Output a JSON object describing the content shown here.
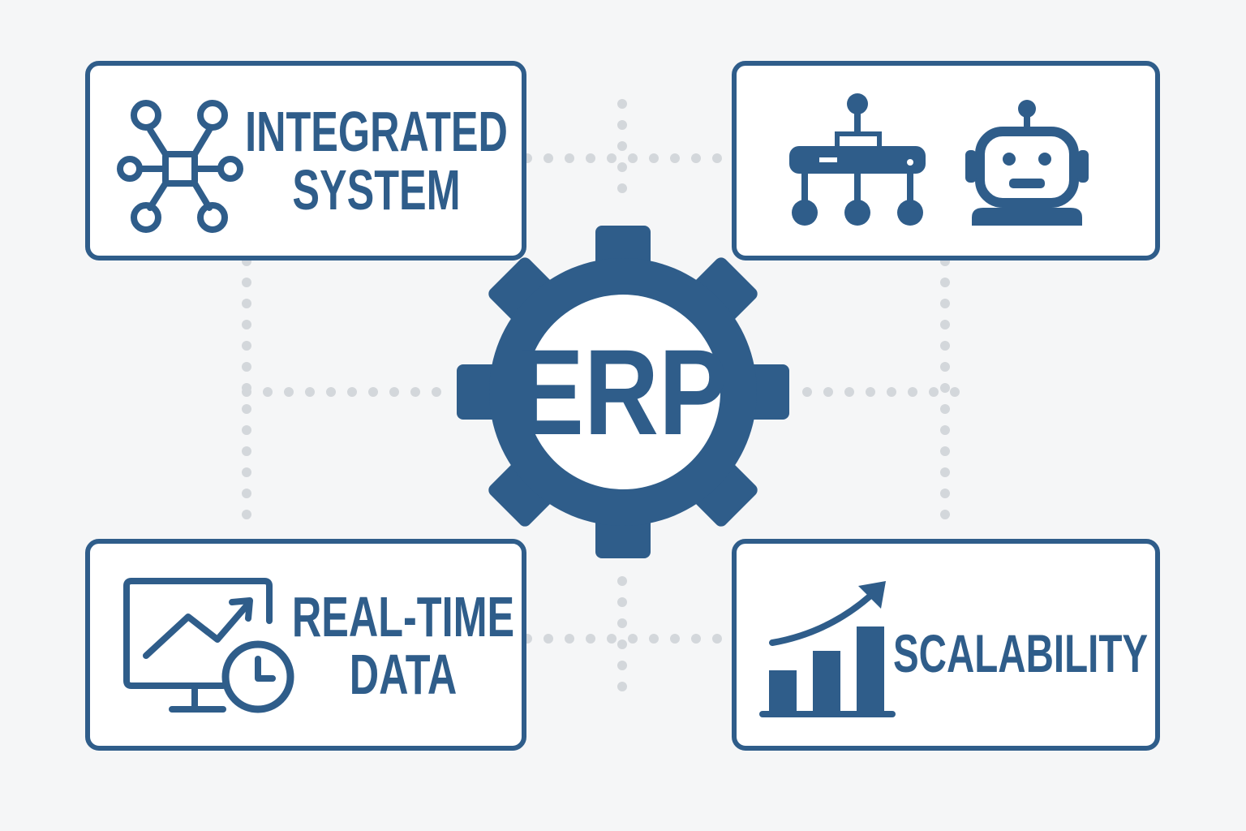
{
  "center": {
    "label": "ERP",
    "icon": "gear-icon"
  },
  "cards": [
    {
      "line1": "INTEGRATED",
      "line2": "SYSTEM",
      "icon": "network-hub-icon"
    },
    {
      "icons": [
        "org-chart-icon",
        "robot-icon"
      ]
    },
    {
      "line1": "REAL-TIME",
      "line2": "DATA",
      "icon": "monitor-chart-clock-icon"
    },
    {
      "line1": "SCALABILITY",
      "icon": "growth-bar-chart-icon"
    }
  ],
  "colors": {
    "primary": "#2f5d8a",
    "background": "#f5f6f7",
    "connector": "#d3d7db"
  }
}
